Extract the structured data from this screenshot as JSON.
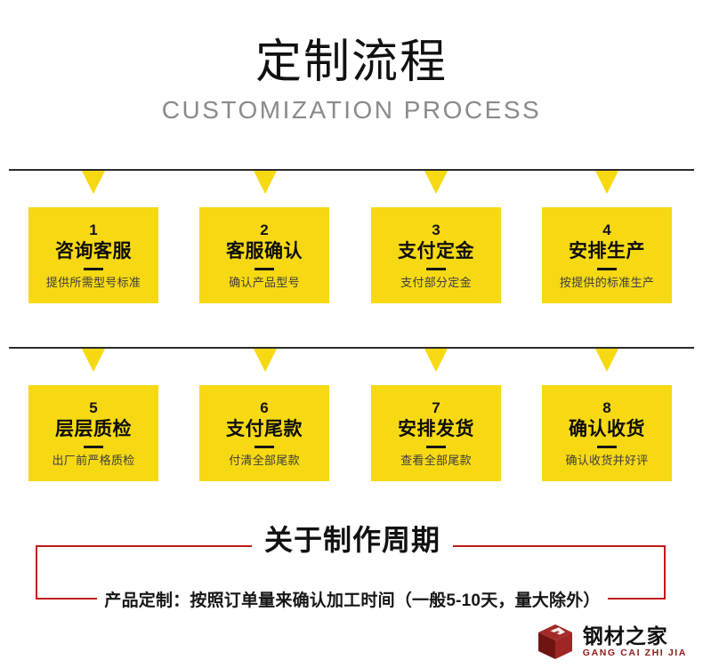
{
  "header": {
    "title": "定制流程",
    "subtitle": "CUSTOMIZATION PROCESS"
  },
  "colors": {
    "card_yellow": "#F7D913",
    "rule_black": "#2B2B2B",
    "cycle_red": "#C01A17",
    "logo_red": "#8B1A1A",
    "subtitle_gray": "#8A8A8A"
  },
  "flow": {
    "rows": [
      {
        "cards": [
          {
            "num": "1",
            "title": "咨询客服",
            "desc": "提供所需型号标准"
          },
          {
            "num": "2",
            "title": "客服确认",
            "desc": "确认产品型号"
          },
          {
            "num": "3",
            "title": "支付定金",
            "desc": "支付部分定金"
          },
          {
            "num": "4",
            "title": "安排生产",
            "desc": "按提供的标准生产"
          }
        ]
      },
      {
        "cards": [
          {
            "num": "5",
            "title": "层层质检",
            "desc": "出厂前严格质检"
          },
          {
            "num": "6",
            "title": "支付尾款",
            "desc": "付清全部尾款"
          },
          {
            "num": "7",
            "title": "安排发货",
            "desc": "查看全部尾款"
          },
          {
            "num": "8",
            "title": "确认收货",
            "desc": "确认收货并好评"
          }
        ]
      }
    ]
  },
  "cycle": {
    "title": "关于制作周期",
    "note": "产品定制：按照订单量来确认加工时间（一般5-10天，量大除外）"
  },
  "logo": {
    "cn": "钢材之家",
    "en": "GANG CAI ZHI JIA"
  }
}
